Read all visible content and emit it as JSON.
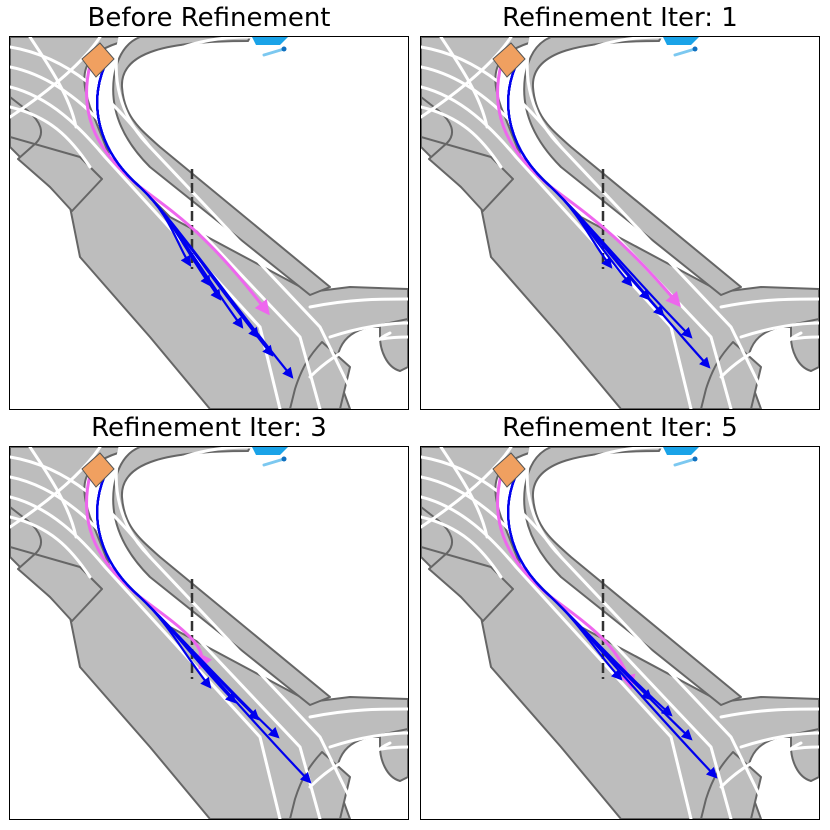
{
  "panels": [
    {
      "title": "Before Refinement",
      "iter": 0
    },
    {
      "title": "Refinement Iter: 1",
      "iter": 1
    },
    {
      "title": "Refinement Iter: 3",
      "iter": 3
    },
    {
      "title": "Refinement Iter: 5",
      "iter": 5
    }
  ],
  "colors": {
    "taxiway": "#bdbdbd",
    "taxiway_edge": "#666666",
    "markings": "#ffffff",
    "trajectory": "#0000ee",
    "ground_truth": "#ee66ee",
    "ego_aircraft": "#f0a060",
    "other_aircraft": "#1aa3e8",
    "hold_line": "#333333"
  }
}
